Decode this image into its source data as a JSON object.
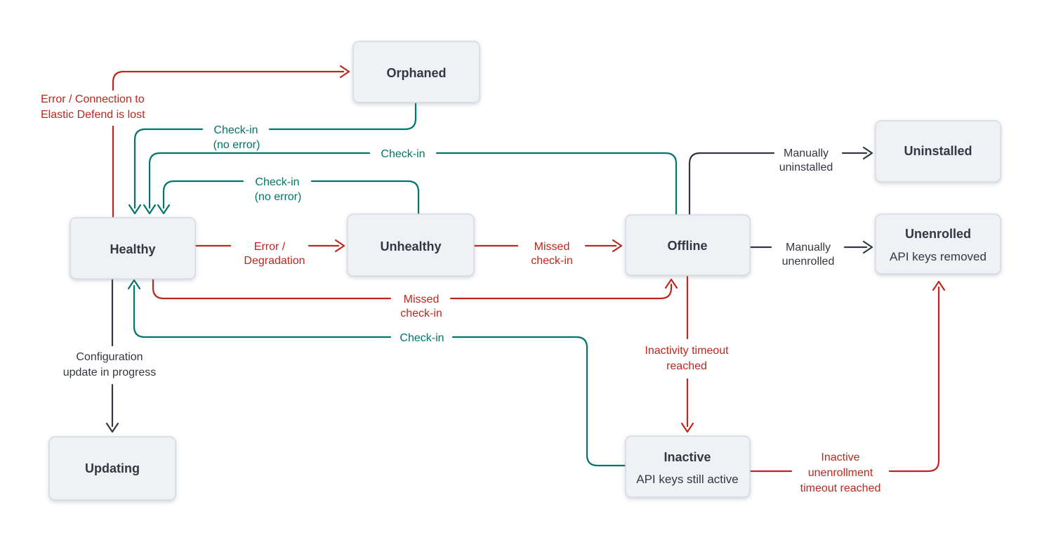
{
  "colors": {
    "error": "#bd271e",
    "success": "#00756b",
    "neutral": "#343741",
    "node_fill": "#f0f1f4",
    "node_border": "#d4dae4",
    "node_text": "#333741",
    "background": "#ffffff"
  },
  "nodes": {
    "orphaned": {
      "label": "Orphaned"
    },
    "healthy": {
      "label": "Healthy"
    },
    "unhealthy": {
      "label": "Unhealthy"
    },
    "offline": {
      "label": "Offline"
    },
    "uninstalled": {
      "label": "Uninstalled"
    },
    "unenrolled": {
      "label": "Unenrolled",
      "sublabel": "API keys removed"
    },
    "updating": {
      "label": "Updating"
    },
    "inactive": {
      "label": "Inactive",
      "sublabel": "API keys still active"
    }
  },
  "edges": {
    "healthy_to_orphaned": {
      "color": "error",
      "lines": [
        "Error / Connection to",
        "Elastic Defend is lost"
      ]
    },
    "orphaned_to_healthy": {
      "color": "success",
      "lines": [
        "Check-in",
        "(no error)"
      ]
    },
    "offline_to_healthy": {
      "color": "success",
      "lines": [
        "Check-in"
      ]
    },
    "unhealthy_to_healthy": {
      "color": "success",
      "lines": [
        "Check-in",
        "(no error)"
      ]
    },
    "healthy_to_unhealthy": {
      "color": "error",
      "lines": [
        "Error /",
        "Degradation"
      ]
    },
    "unhealthy_to_offline": {
      "color": "error",
      "lines": [
        "Missed",
        "check-in"
      ]
    },
    "healthy_to_offline": {
      "color": "error",
      "lines": [
        "Missed",
        "check-in"
      ]
    },
    "inactive_to_healthy": {
      "color": "success",
      "lines": [
        "Check-in"
      ]
    },
    "healthy_to_updating": {
      "color": "neutral",
      "lines": [
        "Configuration",
        "update in progress"
      ]
    },
    "offline_to_uninstalled": {
      "color": "neutral",
      "lines": [
        "Manually",
        "uninstalled"
      ]
    },
    "offline_to_unenrolled": {
      "color": "neutral",
      "lines": [
        "Manually",
        "unenrolled"
      ]
    },
    "offline_to_inactive": {
      "color": "error",
      "lines": [
        "Inactivity timeout",
        "reached"
      ]
    },
    "inactive_to_unenrolled": {
      "color": "error",
      "lines": [
        "Inactive",
        "unenrollment",
        "timeout reached"
      ]
    }
  }
}
